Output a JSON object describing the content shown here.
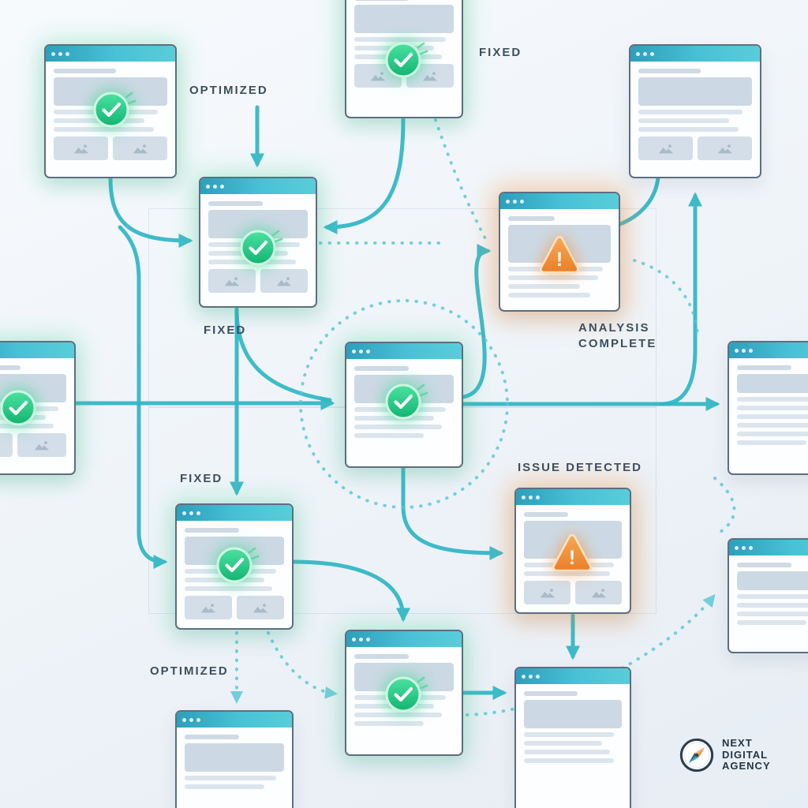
{
  "diagram": {
    "labels": [
      {
        "id": "optimized-top",
        "text": "OPTIMIZED"
      },
      {
        "id": "fixed-top",
        "text": "FIXED"
      },
      {
        "id": "fixed-mid",
        "text": "FIXED"
      },
      {
        "id": "analysis-complete",
        "text": "ANALYSIS COMPLETE"
      },
      {
        "id": "fixed-lower",
        "text": "FIXED"
      },
      {
        "id": "issue-detected",
        "text": "ISSUE DETECTED"
      },
      {
        "id": "optimized-bottom",
        "text": "OPTIMIZED"
      }
    ],
    "badge": {
      "warning_glyph": "!"
    },
    "logo": {
      "line1": "NEXT",
      "line2": "DIGITAL",
      "line3": "AGENCY"
    },
    "colors": {
      "flow_line": "#2fb6c6",
      "flow_dotted": "#54c6d4",
      "titlebar_gradient_start": "#2d9fbc",
      "titlebar_gradient_end": "#59cdd9",
      "success_green": "#22c98a",
      "warning_orange": "#f0913c",
      "label_text": "#3e4f5e",
      "background": "#eef3f8"
    }
  }
}
